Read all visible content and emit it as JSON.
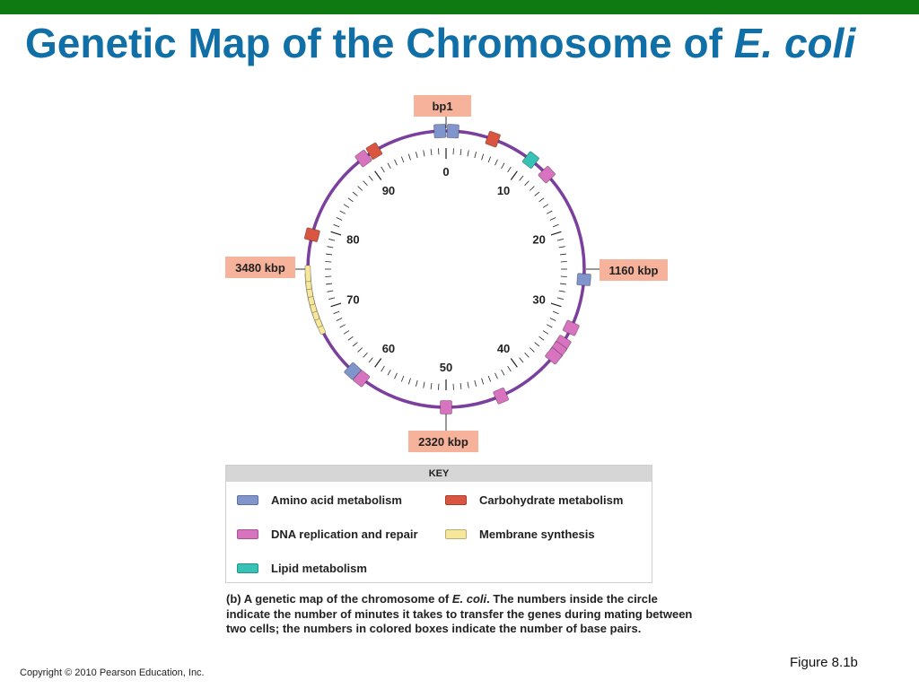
{
  "slide": {
    "title_main": "Genetic Map of the Chromosome of",
    "title_italic": "E. coli"
  },
  "colors": {
    "top_bar": "#0f7a12",
    "title": "#0f6fa6",
    "chromosome": "#7b3f9e",
    "callout_fill": "#f6b29b",
    "amino_acid": "#7f95cc",
    "carbohydrate": "#d9553f",
    "dna_replication": "#d873c0",
    "membrane": "#f6e79a",
    "lipid": "#36c2b4"
  },
  "diagram": {
    "minute_labels": [
      {
        "minute": 0,
        "label": "0"
      },
      {
        "minute": 10,
        "label": "10"
      },
      {
        "minute": 20,
        "label": "20"
      },
      {
        "minute": 30,
        "label": "30"
      },
      {
        "minute": 40,
        "label": "40"
      },
      {
        "minute": 50,
        "label": "50"
      },
      {
        "minute": 60,
        "label": "60"
      },
      {
        "minute": 70,
        "label": "70"
      },
      {
        "minute": 80,
        "label": "80"
      },
      {
        "minute": 90,
        "label": "90"
      }
    ],
    "callouts": [
      {
        "id": "bp1",
        "label": "bp1",
        "position": "top"
      },
      {
        "id": "1160",
        "label": "1160 kbp",
        "position": "right"
      },
      {
        "id": "2320",
        "label": "2320 kbp",
        "position": "bottom"
      },
      {
        "id": "3480",
        "label": "3480 kbp",
        "position": "left"
      }
    ],
    "markers": [
      {
        "category": "amino_acid",
        "minute": -0.7
      },
      {
        "category": "amino_acid",
        "minute": 0.8
      },
      {
        "category": "carbohydrate",
        "minute": 5.5
      },
      {
        "category": "lipid",
        "minute": 10.5
      },
      {
        "category": "dna_replication",
        "minute": 13
      },
      {
        "category": "amino_acid",
        "minute": 26.2
      },
      {
        "category": "dna_replication",
        "minute": 32
      },
      {
        "category": "dna_replication",
        "minute": 34
      },
      {
        "category": "dna_replication",
        "minute": 34.9
      },
      {
        "category": "dna_replication",
        "minute": 35.8
      },
      {
        "category": "dna_replication",
        "minute": 43.5
      },
      {
        "category": "dna_replication",
        "minute": 50
      },
      {
        "category": "dna_replication",
        "minute": 60.5
      },
      {
        "category": "amino_acid",
        "minute": 61.8
      },
      {
        "category": "membrane",
        "minute": 68.2
      },
      {
        "category": "membrane",
        "minute": 69.1
      },
      {
        "category": "membrane",
        "minute": 70.0
      },
      {
        "category": "membrane",
        "minute": 70.9
      },
      {
        "category": "membrane",
        "minute": 71.8
      },
      {
        "category": "membrane",
        "minute": 72.7
      },
      {
        "category": "membrane",
        "minute": 73.6
      },
      {
        "category": "membrane",
        "minute": 74.5
      },
      {
        "category": "carbohydrate",
        "minute": 79
      },
      {
        "category": "dna_replication",
        "minute": 89.8
      },
      {
        "category": "carbohydrate",
        "minute": 91.3
      }
    ]
  },
  "key": {
    "heading": "KEY",
    "items": [
      {
        "category": "amino_acid",
        "label": "Amino acid metabolism"
      },
      {
        "category": "carbohydrate",
        "label": "Carbohydrate metabolism"
      },
      {
        "category": "dna_replication",
        "label": "DNA replication and repair"
      },
      {
        "category": "membrane",
        "label": "Membrane synthesis"
      },
      {
        "category": "lipid",
        "label": "Lipid metabolism"
      }
    ]
  },
  "caption": {
    "prefix": "(b)",
    "text_before": " A genetic map of the chromosome of ",
    "organism": "E. coli",
    "text_after": ". The numbers inside the circle indicate the number of minutes it takes to transfer the genes during mating between two cells; the numbers in colored boxes indicate the number of base pairs."
  },
  "footer": {
    "figure": "Figure 8.1b",
    "copyright": "Copyright © 2010 Pearson Education, Inc."
  }
}
